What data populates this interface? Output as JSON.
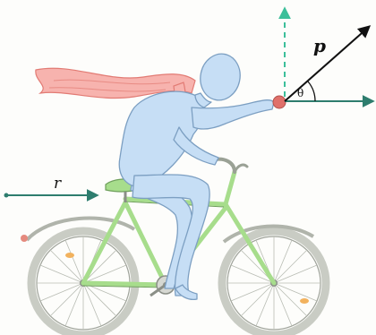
{
  "labels": {
    "momentum": "p",
    "angle": "θ",
    "radius": "r"
  },
  "colors": {
    "arrow_teal": "#2e7d6e",
    "dashed_teal": "#3cbf9a",
    "momentum_arrow": "#111111",
    "scarf": "#f28c86",
    "figure": "#b9d7f2",
    "bike_frame": "#a7dd8c",
    "tire": "#c9ccc4",
    "hand_ball": "#e0706a"
  },
  "icons": {
    "figure": "cyclist-figure",
    "bicycle": "bicycle-illustration",
    "scarf": "scarf-illustration"
  }
}
